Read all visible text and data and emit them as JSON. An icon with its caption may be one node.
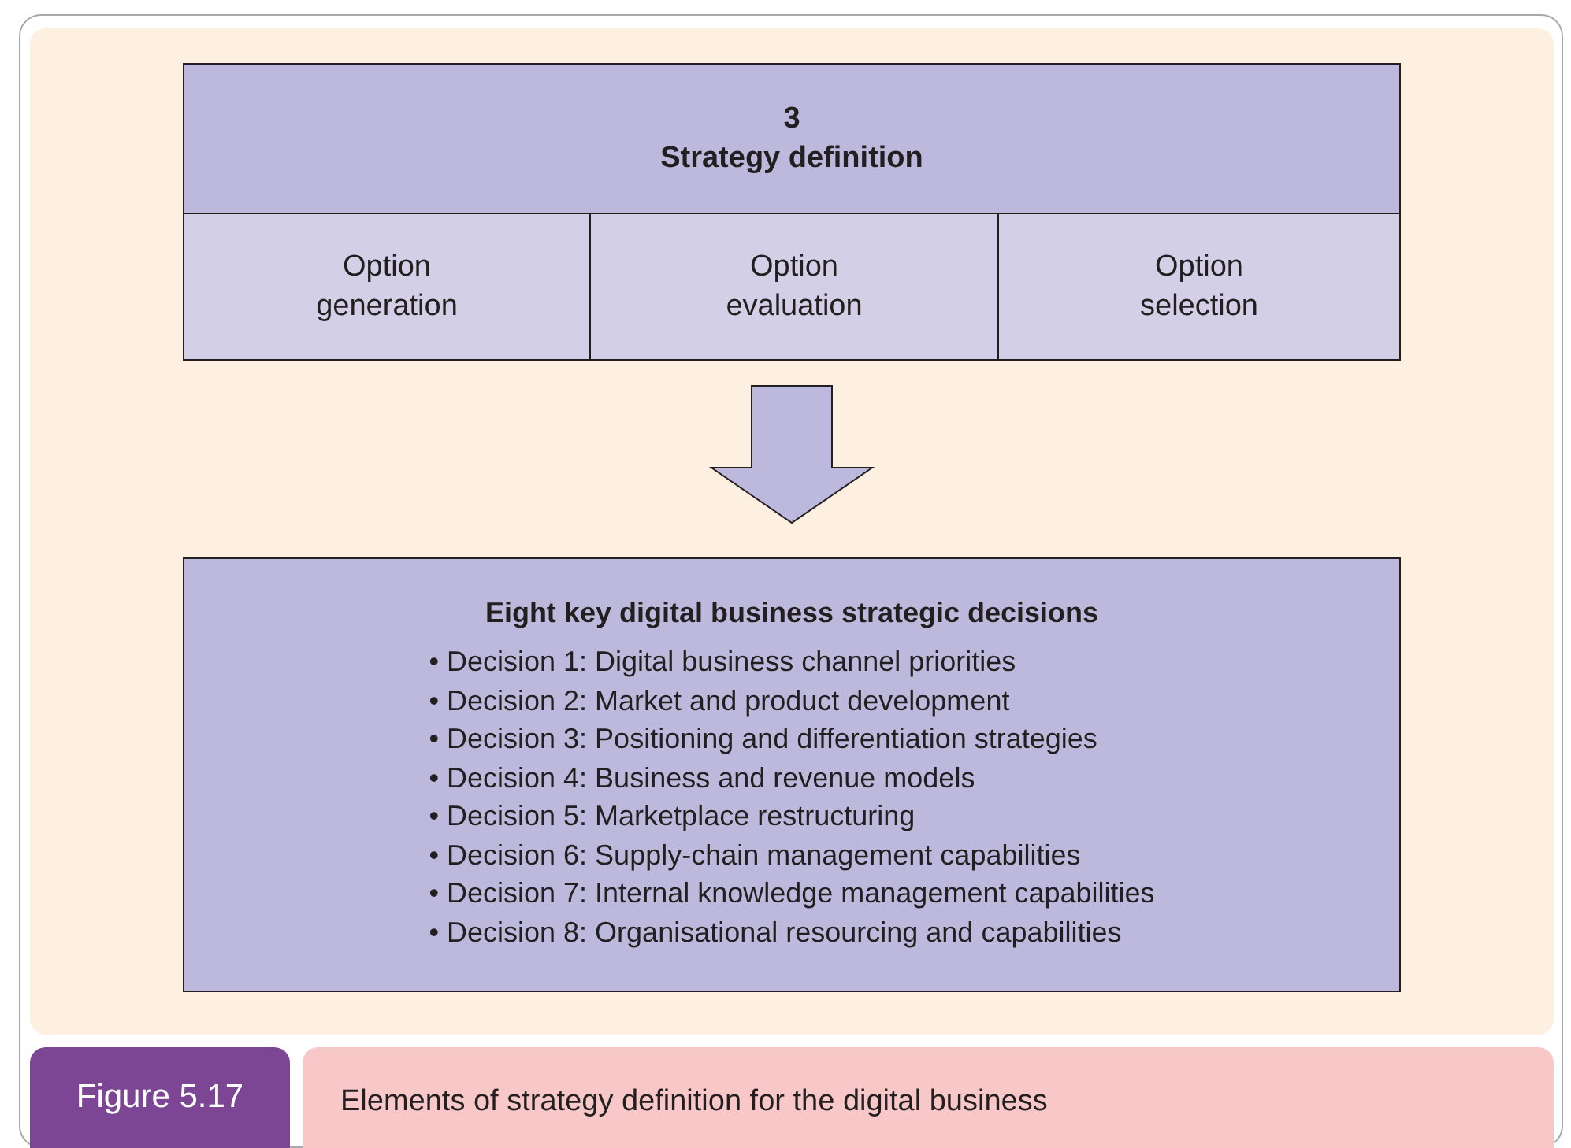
{
  "diagram": {
    "caption": "Elements of strategy definition for the digital business",
    "nodes": [
      {
        "text": [
          "3",
          "Strategy definition"
        ]
      },
      {
        "text": [
          "Option generation"
        ],
        "in": 0
      },
      {
        "text": [
          "Option evaluation"
        ],
        "in": 0
      },
      {
        "text": [
          "Option selection"
        ],
        "in": 0
      },
      {
        "text": [
          "Eight key digital business strategic decisions",
          "• Decision 1: Digital business channel priorities",
          "• Decision 2: Market and product development",
          "• Decision 3: Positioning and differentiation strategies",
          "• Decision 4: Business and revenue models",
          "• Decision 5: Marketplace restructuring",
          "• Decision 6: Supply-chain management capabilities",
          "• Decision 7: Internal knowledge management capabilities",
          "• Decision 8: Organisational resourcing and capabilities"
        ]
      }
    ],
    "edges": [
      {
        "from": 0,
        "to": 4,
        "arrow": "to",
        "style": "thick"
      }
    ],
    "labels": [
      "Figure 5.17"
    ]
  }
}
